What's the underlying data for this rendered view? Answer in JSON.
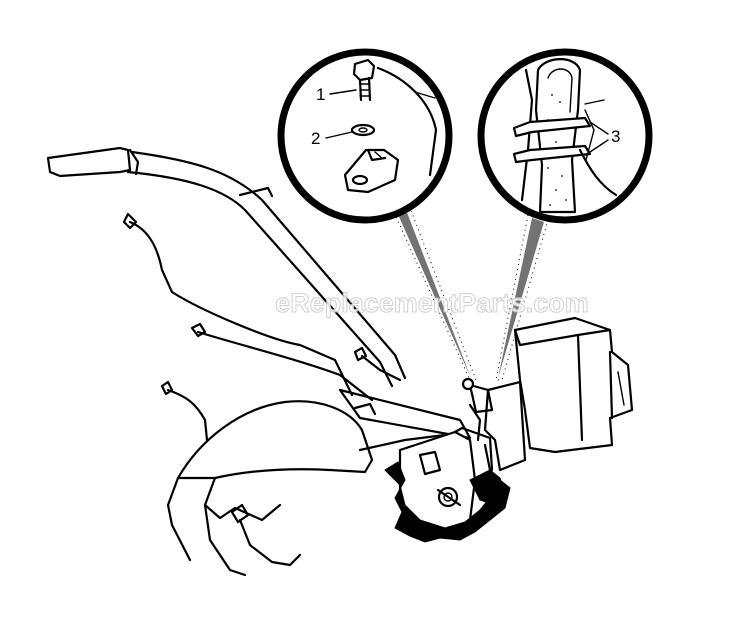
{
  "diagram": {
    "callouts": [
      {
        "id": "1",
        "label": "1"
      },
      {
        "id": "2",
        "label": "2"
      },
      {
        "id": "3",
        "label": "3"
      }
    ],
    "watermark": "eReplacementParts.com"
  }
}
